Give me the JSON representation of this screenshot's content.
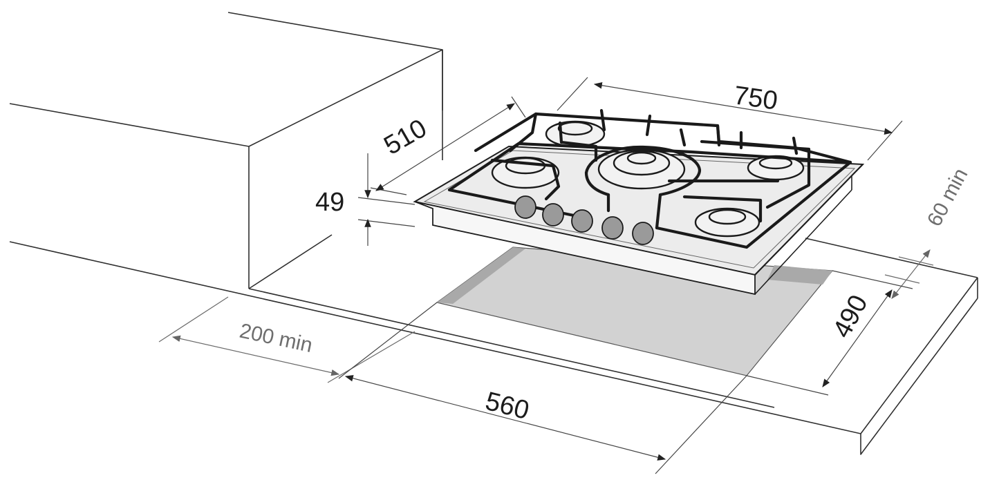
{
  "diagram": {
    "dimensions": {
      "hob_width": "750",
      "hob_depth": "510",
      "hob_height": "49",
      "back_clearance": "60 min",
      "side_clearance": "200 min",
      "cutout_width": "560",
      "cutout_depth": "490"
    },
    "colors": {
      "primary_text": "#1c1c1c",
      "clearance_text": "#6e6e6e",
      "cutout_fill": "#c9c9c9",
      "line": "#2f2f2f"
    }
  }
}
